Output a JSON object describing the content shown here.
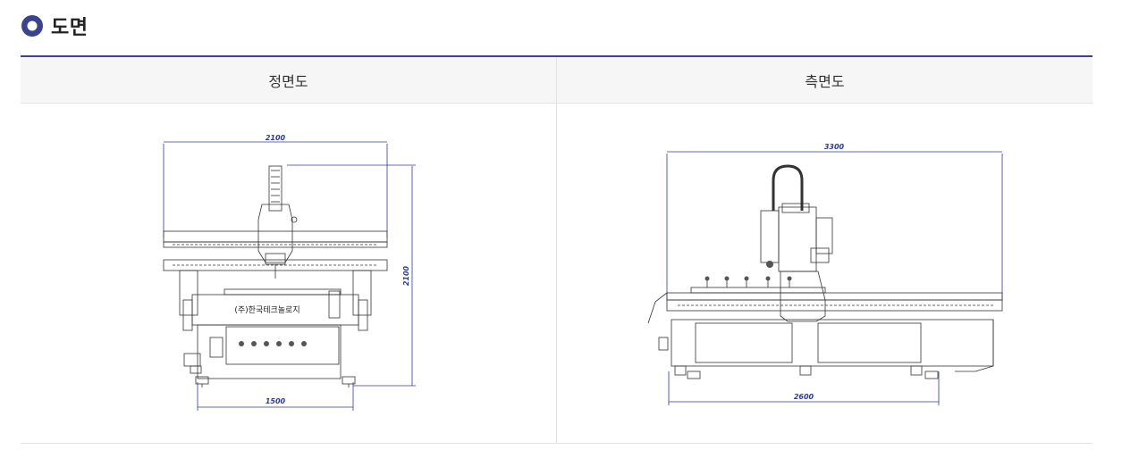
{
  "section": {
    "title": "도면",
    "bullet_icon": "ring-bullet-icon",
    "accent_color": "#3a4391"
  },
  "table": {
    "headers": [
      "정면도",
      "측면도"
    ],
    "front": {
      "dim_top": "2100",
      "dim_right": "2100",
      "dim_bottom": "1500",
      "panel_label": "(주)한국테크놀로지"
    },
    "side": {
      "dim_top": "3300",
      "dim_bottom": "2600"
    }
  }
}
